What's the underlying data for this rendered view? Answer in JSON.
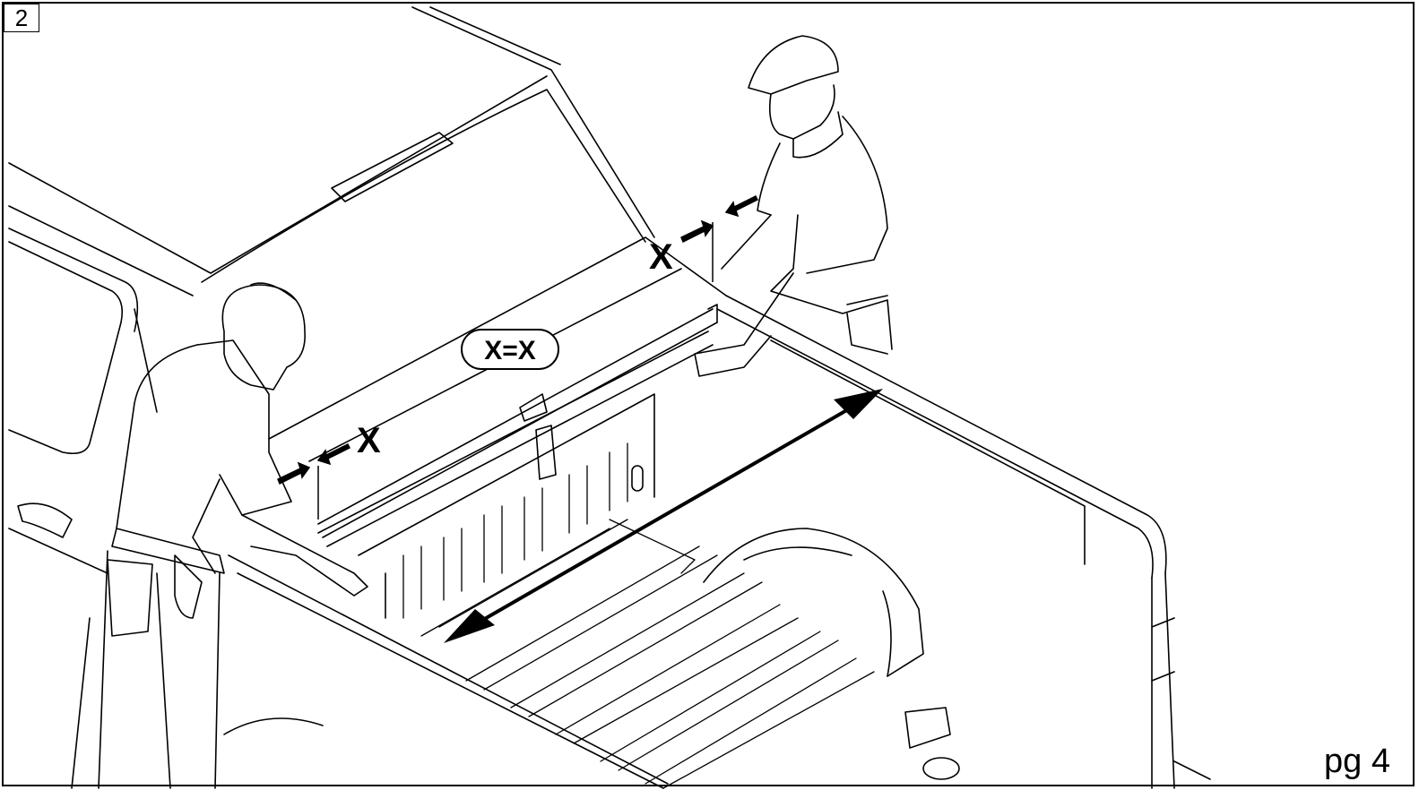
{
  "step_number": "2",
  "page_label": "pg 4",
  "labels": {
    "x_left": "X",
    "x_right": "X",
    "equation": "X=X"
  },
  "illustration": {
    "icons": [
      "truck-bed",
      "installer-left",
      "installer-right",
      "measure-arrow",
      "diagonal-arrow"
    ]
  },
  "colors": {
    "line": "#000000",
    "background": "#ffffff"
  }
}
